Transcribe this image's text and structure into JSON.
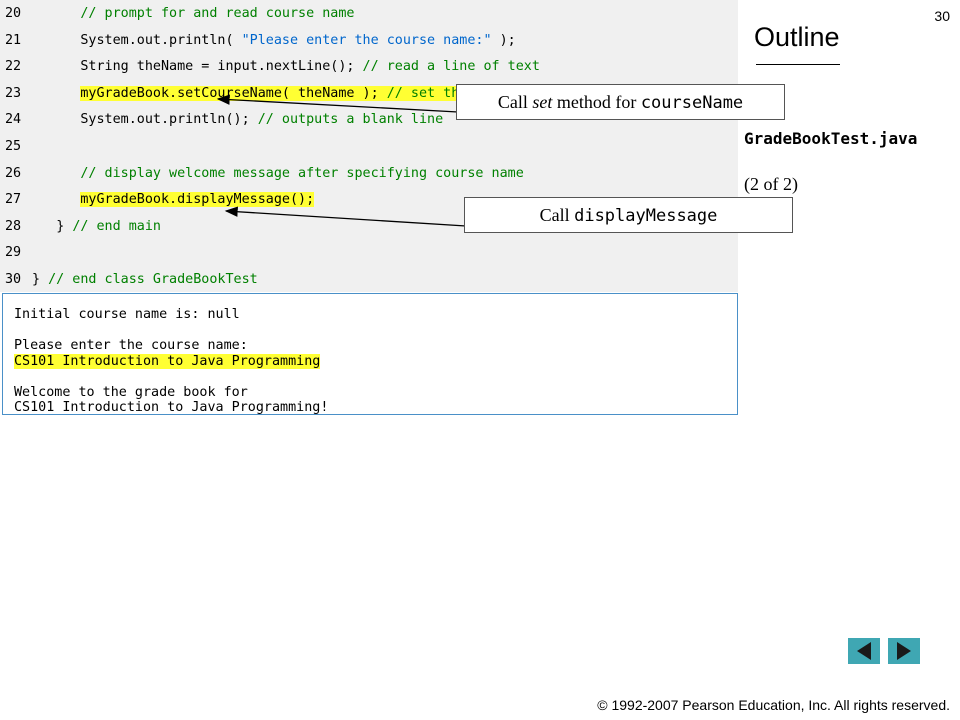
{
  "page_number": "30",
  "outline": {
    "title": "Outline",
    "file_name": "GradeBookTest.java",
    "page_of": "(2 of 2)"
  },
  "code_lines": [
    {
      "num": "20",
      "indent": "      ",
      "code": "",
      "comment": "// prompt for and read course name",
      "highlight": false
    },
    {
      "num": "21",
      "indent": "      ",
      "code": "System.out.println( ",
      "string": "\"Please enter the course name:\"",
      "code_after": " );",
      "highlight": false
    },
    {
      "num": "22",
      "indent": "      ",
      "code": "String theName = input.nextLine(); ",
      "comment": "// read a line of text",
      "highlight": false
    },
    {
      "num": "23",
      "indent": "      ",
      "code": "myGradeBook.setCourseName( theName ); ",
      "comment": "// set the course name",
      "highlight": true
    },
    {
      "num": "24",
      "indent": "      ",
      "code": "System.out.println(); ",
      "comment": "// outputs a blank line",
      "highlight": false
    },
    {
      "num": "25",
      "indent": "",
      "code": "",
      "highlight": false
    },
    {
      "num": "26",
      "indent": "      ",
      "code": "",
      "comment": "// display welcome message after specifying course name",
      "highlight": false
    },
    {
      "num": "27",
      "indent": "      ",
      "code": "myGradeBook.displayMessage();",
      "highlight": true
    },
    {
      "num": "28",
      "indent": "   ",
      "code": "} ",
      "comment": "// end main",
      "highlight": false
    },
    {
      "num": "29",
      "indent": "",
      "code": "",
      "highlight": false
    },
    {
      "num": "30",
      "indent": "",
      "code": "} ",
      "comment": "// end class GradeBookTest",
      "highlight": false
    }
  ],
  "output_lines": [
    {
      "text": "Initial course name is: null",
      "highlight": false
    },
    {
      "text": "",
      "highlight": false
    },
    {
      "text": "Please enter the course name:",
      "highlight": false
    },
    {
      "text": "CS101 Introduction to Java Programming",
      "highlight": true
    },
    {
      "text": "",
      "highlight": false
    },
    {
      "text": "Welcome to the grade book for",
      "highlight": false
    },
    {
      "text": "CS101 Introduction to Java Programming!",
      "highlight": false
    }
  ],
  "callouts": {
    "set_course_name": {
      "prefix": "Call ",
      "italic": "set",
      "middle": " method for ",
      "mono": "courseName"
    },
    "display_message": {
      "prefix": "Call ",
      "mono": "displayMessage"
    }
  },
  "nav": {
    "prev_icon": "left-arrow-icon",
    "next_icon": "right-arrow-icon",
    "button_color": "#3fa7b3"
  },
  "copyright": "© 1992-2007 Pearson Education, Inc.  All rights reserved."
}
